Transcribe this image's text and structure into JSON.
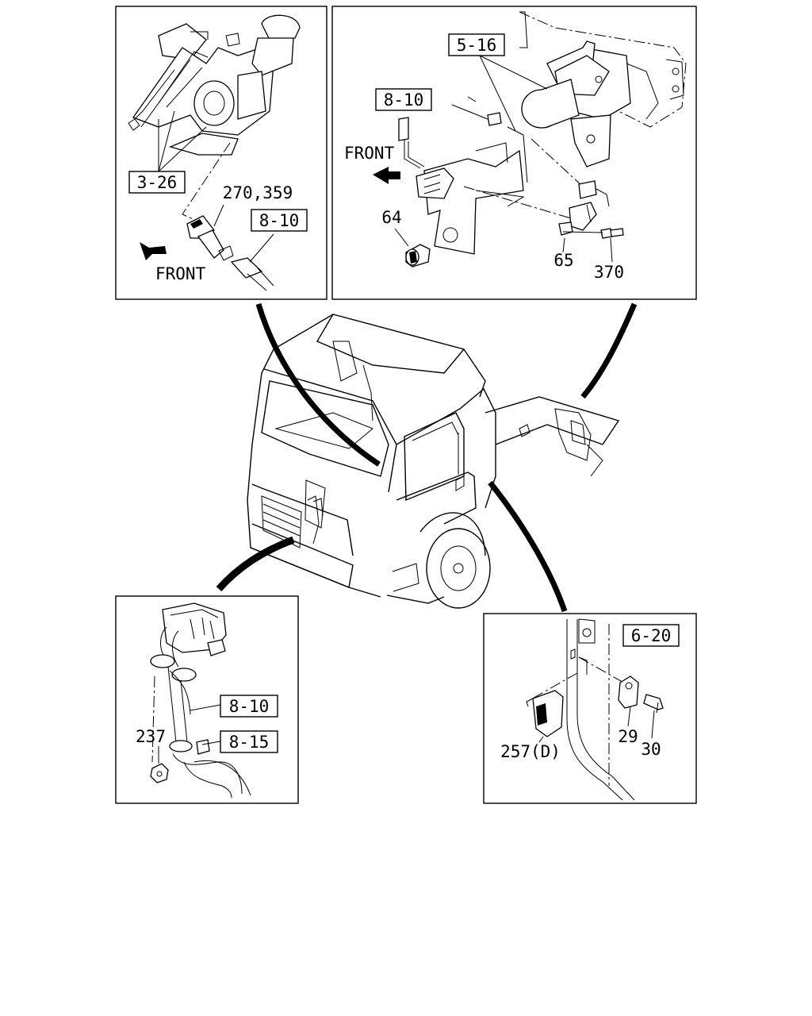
{
  "panels": {
    "top_left": {
      "refs": [
        "3-26",
        "8-10"
      ],
      "parts": [
        "270,359"
      ],
      "front_label": "FRONT"
    },
    "top_right": {
      "refs": [
        "5-16",
        "8-10"
      ],
      "parts": [
        "64",
        "65",
        "370"
      ],
      "front_label": "FRONT"
    },
    "bottom_left": {
      "refs": [
        "8-10",
        "8-15"
      ],
      "parts": [
        "237"
      ]
    },
    "bottom_right": {
      "refs": [
        "6-20"
      ],
      "parts": [
        "257(D)",
        "29",
        "30"
      ]
    }
  }
}
